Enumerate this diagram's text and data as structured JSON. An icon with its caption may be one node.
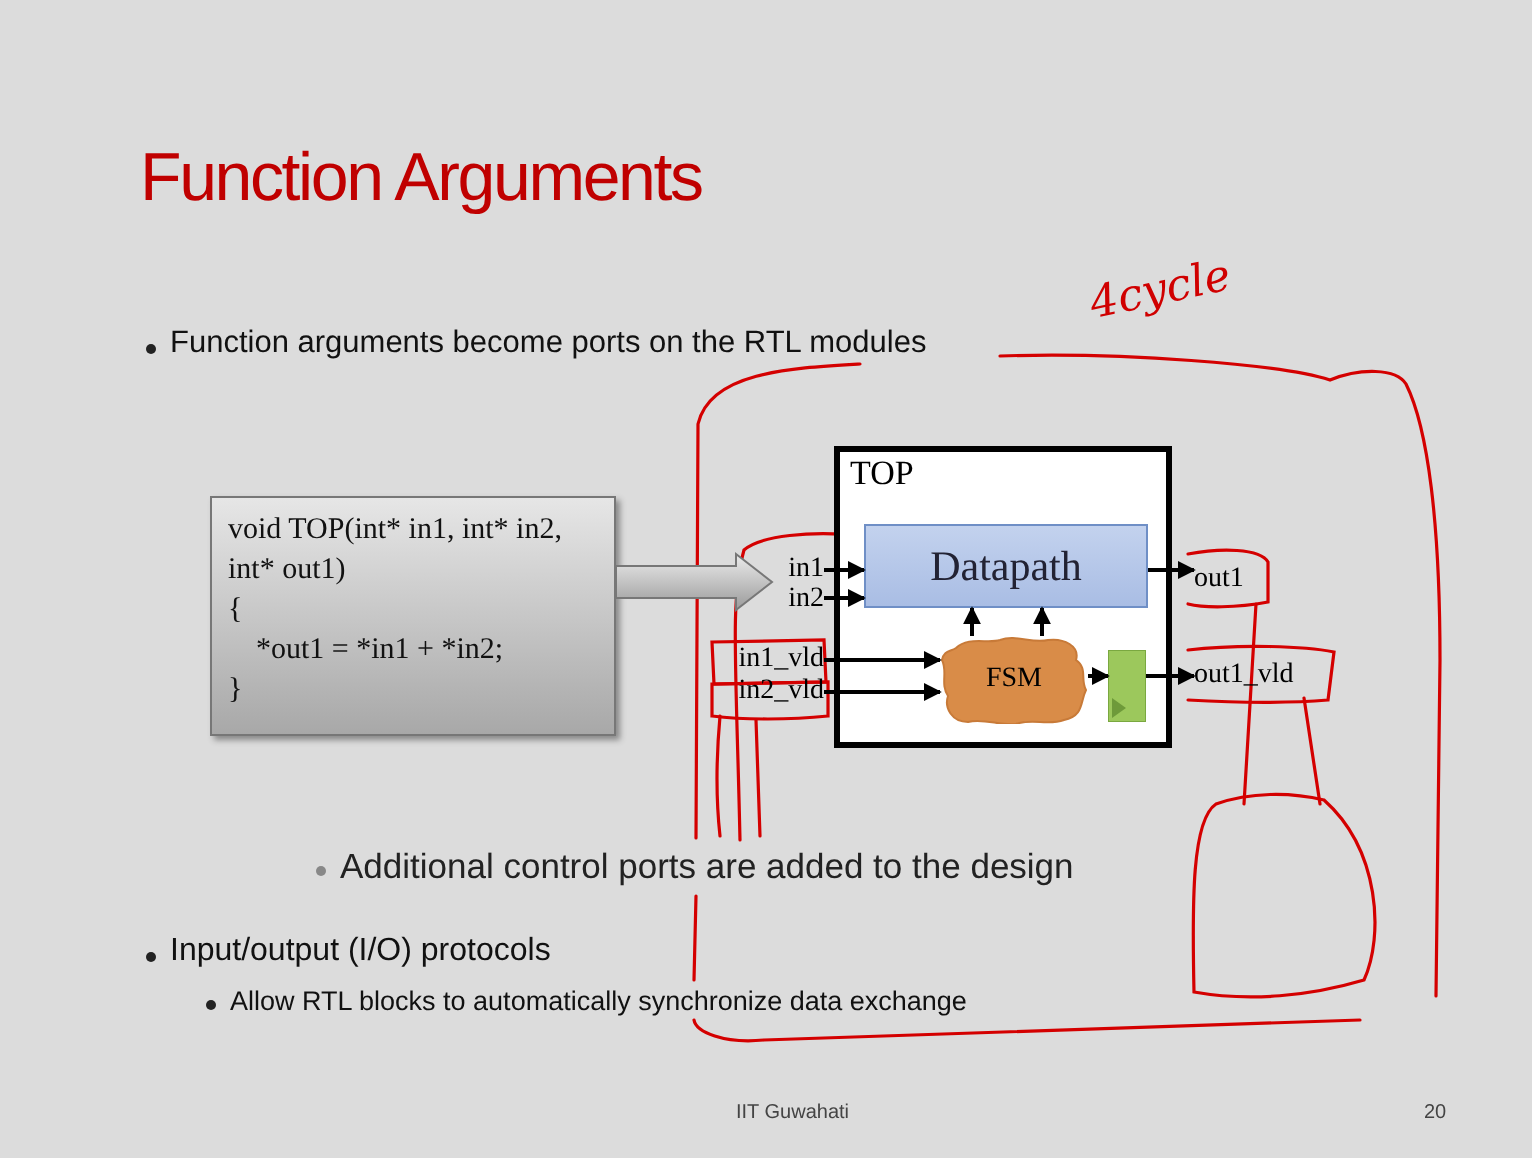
{
  "diagram": {
    "title": "Function Arguments",
    "nodes": [
      {
        "text": [
          "void TOP(int* in1, int* in2, int* out1)",
          "{",
          "*out1 = *in1 + *in2;",
          "}"
        ]
      },
      {
        "text": [
          "TOP"
        ]
      },
      {
        "text": [
          "Datapath"
        ],
        "in": 1
      },
      {
        "text": [
          "FSM"
        ],
        "in": 1
      },
      {
        "text": [],
        "shape": "box",
        "in": 1
      },
      {
        "text": [
          "in1"
        ]
      },
      {
        "text": [
          "in2"
        ]
      },
      {
        "text": [
          "in1_vld"
        ]
      },
      {
        "text": [
          "in2_vld"
        ]
      },
      {
        "text": [
          "out1"
        ]
      },
      {
        "text": [
          "out1_vld"
        ]
      }
    ],
    "edges": [
      {
        "from": 0,
        "to": 5,
        "arrow": "to",
        "style": "thick"
      },
      {
        "from": 5,
        "to": 2,
        "arrow": "to"
      },
      {
        "from": 6,
        "to": 2,
        "arrow": "to"
      },
      {
        "from": 7,
        "to": 3,
        "arrow": "to"
      },
      {
        "from": 8,
        "to": 3,
        "arrow": "to"
      },
      {
        "from": 3,
        "to": 2,
        "arrow": "to"
      },
      {
        "from": 3,
        "to": 2,
        "arrow": "to"
      },
      {
        "from": 3,
        "to": 4,
        "arrow": "to"
      },
      {
        "from": 2,
        "to": 9,
        "arrow": "to"
      },
      {
        "from": 4,
        "to": 10,
        "arrow": "to"
      }
    ],
    "labels": [
      "Function arguments become ports on the RTL modules",
      "4cycle",
      "Additional control ports are added to the design",
      "Input/output (I/O) protocols",
      "Allow RTL blocks to automatically synchronize data exchange",
      "IIT Guwahati",
      "20"
    ]
  }
}
